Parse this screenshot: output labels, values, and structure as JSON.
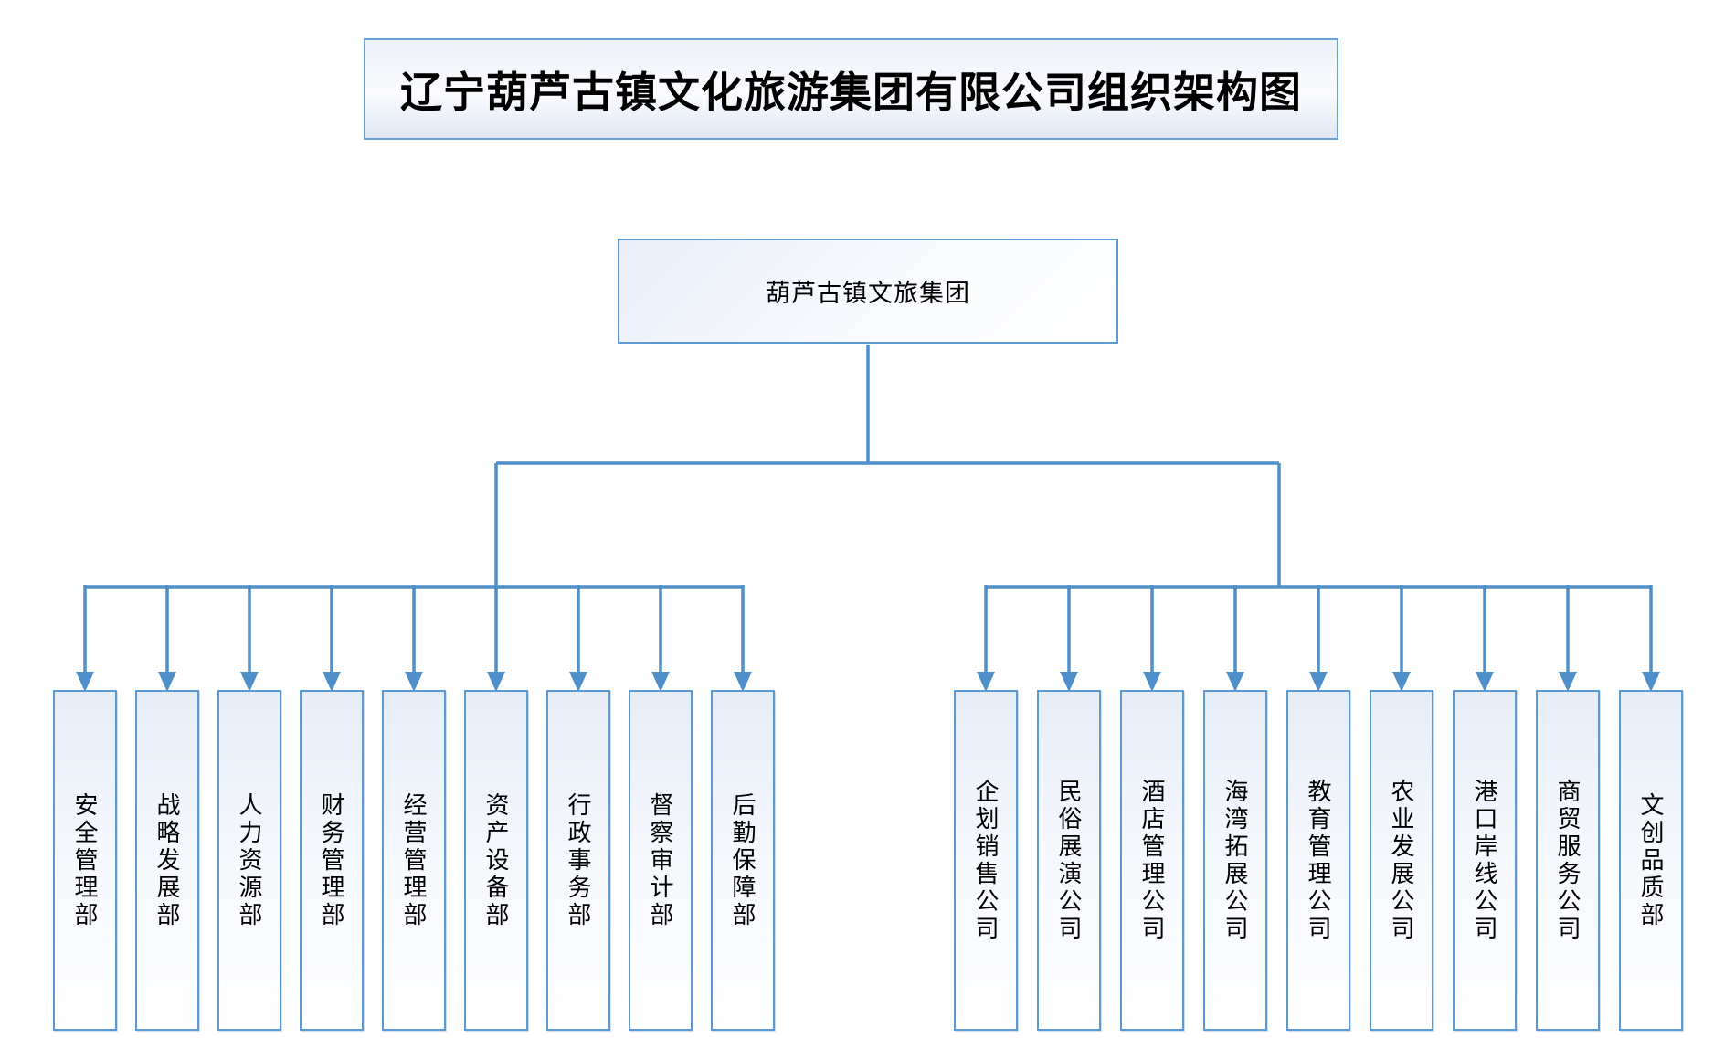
{
  "title": {
    "text": "辽宁葫芦古镇文化旅游集团有限公司组织架构图"
  },
  "root": {
    "label": "葫芦古镇文旅集团"
  },
  "departments": {
    "items": [
      {
        "label": "安全管理部"
      },
      {
        "label": "战略发展部"
      },
      {
        "label": "人力资源部"
      },
      {
        "label": "财务管理部"
      },
      {
        "label": "经营管理部"
      },
      {
        "label": "资产设备部"
      },
      {
        "label": "行政事务部"
      },
      {
        "label": "督察审计部"
      },
      {
        "label": "后勤保障部"
      }
    ]
  },
  "companies": {
    "items": [
      {
        "label": "企划销售公司"
      },
      {
        "label": "民俗展演公司"
      },
      {
        "label": "酒店管理公司"
      },
      {
        "label": "海湾拓展公司"
      },
      {
        "label": "教育管理公司"
      },
      {
        "label": "农业发展公司"
      },
      {
        "label": "港口岸线公司"
      },
      {
        "label": "商贸服务公司"
      },
      {
        "label": "文创品质部"
      }
    ]
  },
  "colors": {
    "node_border": "#5b9bd5",
    "title_border": "#6ba0d4",
    "connector": "#4f8fca",
    "text": "#000000",
    "background": "#ffffff"
  }
}
